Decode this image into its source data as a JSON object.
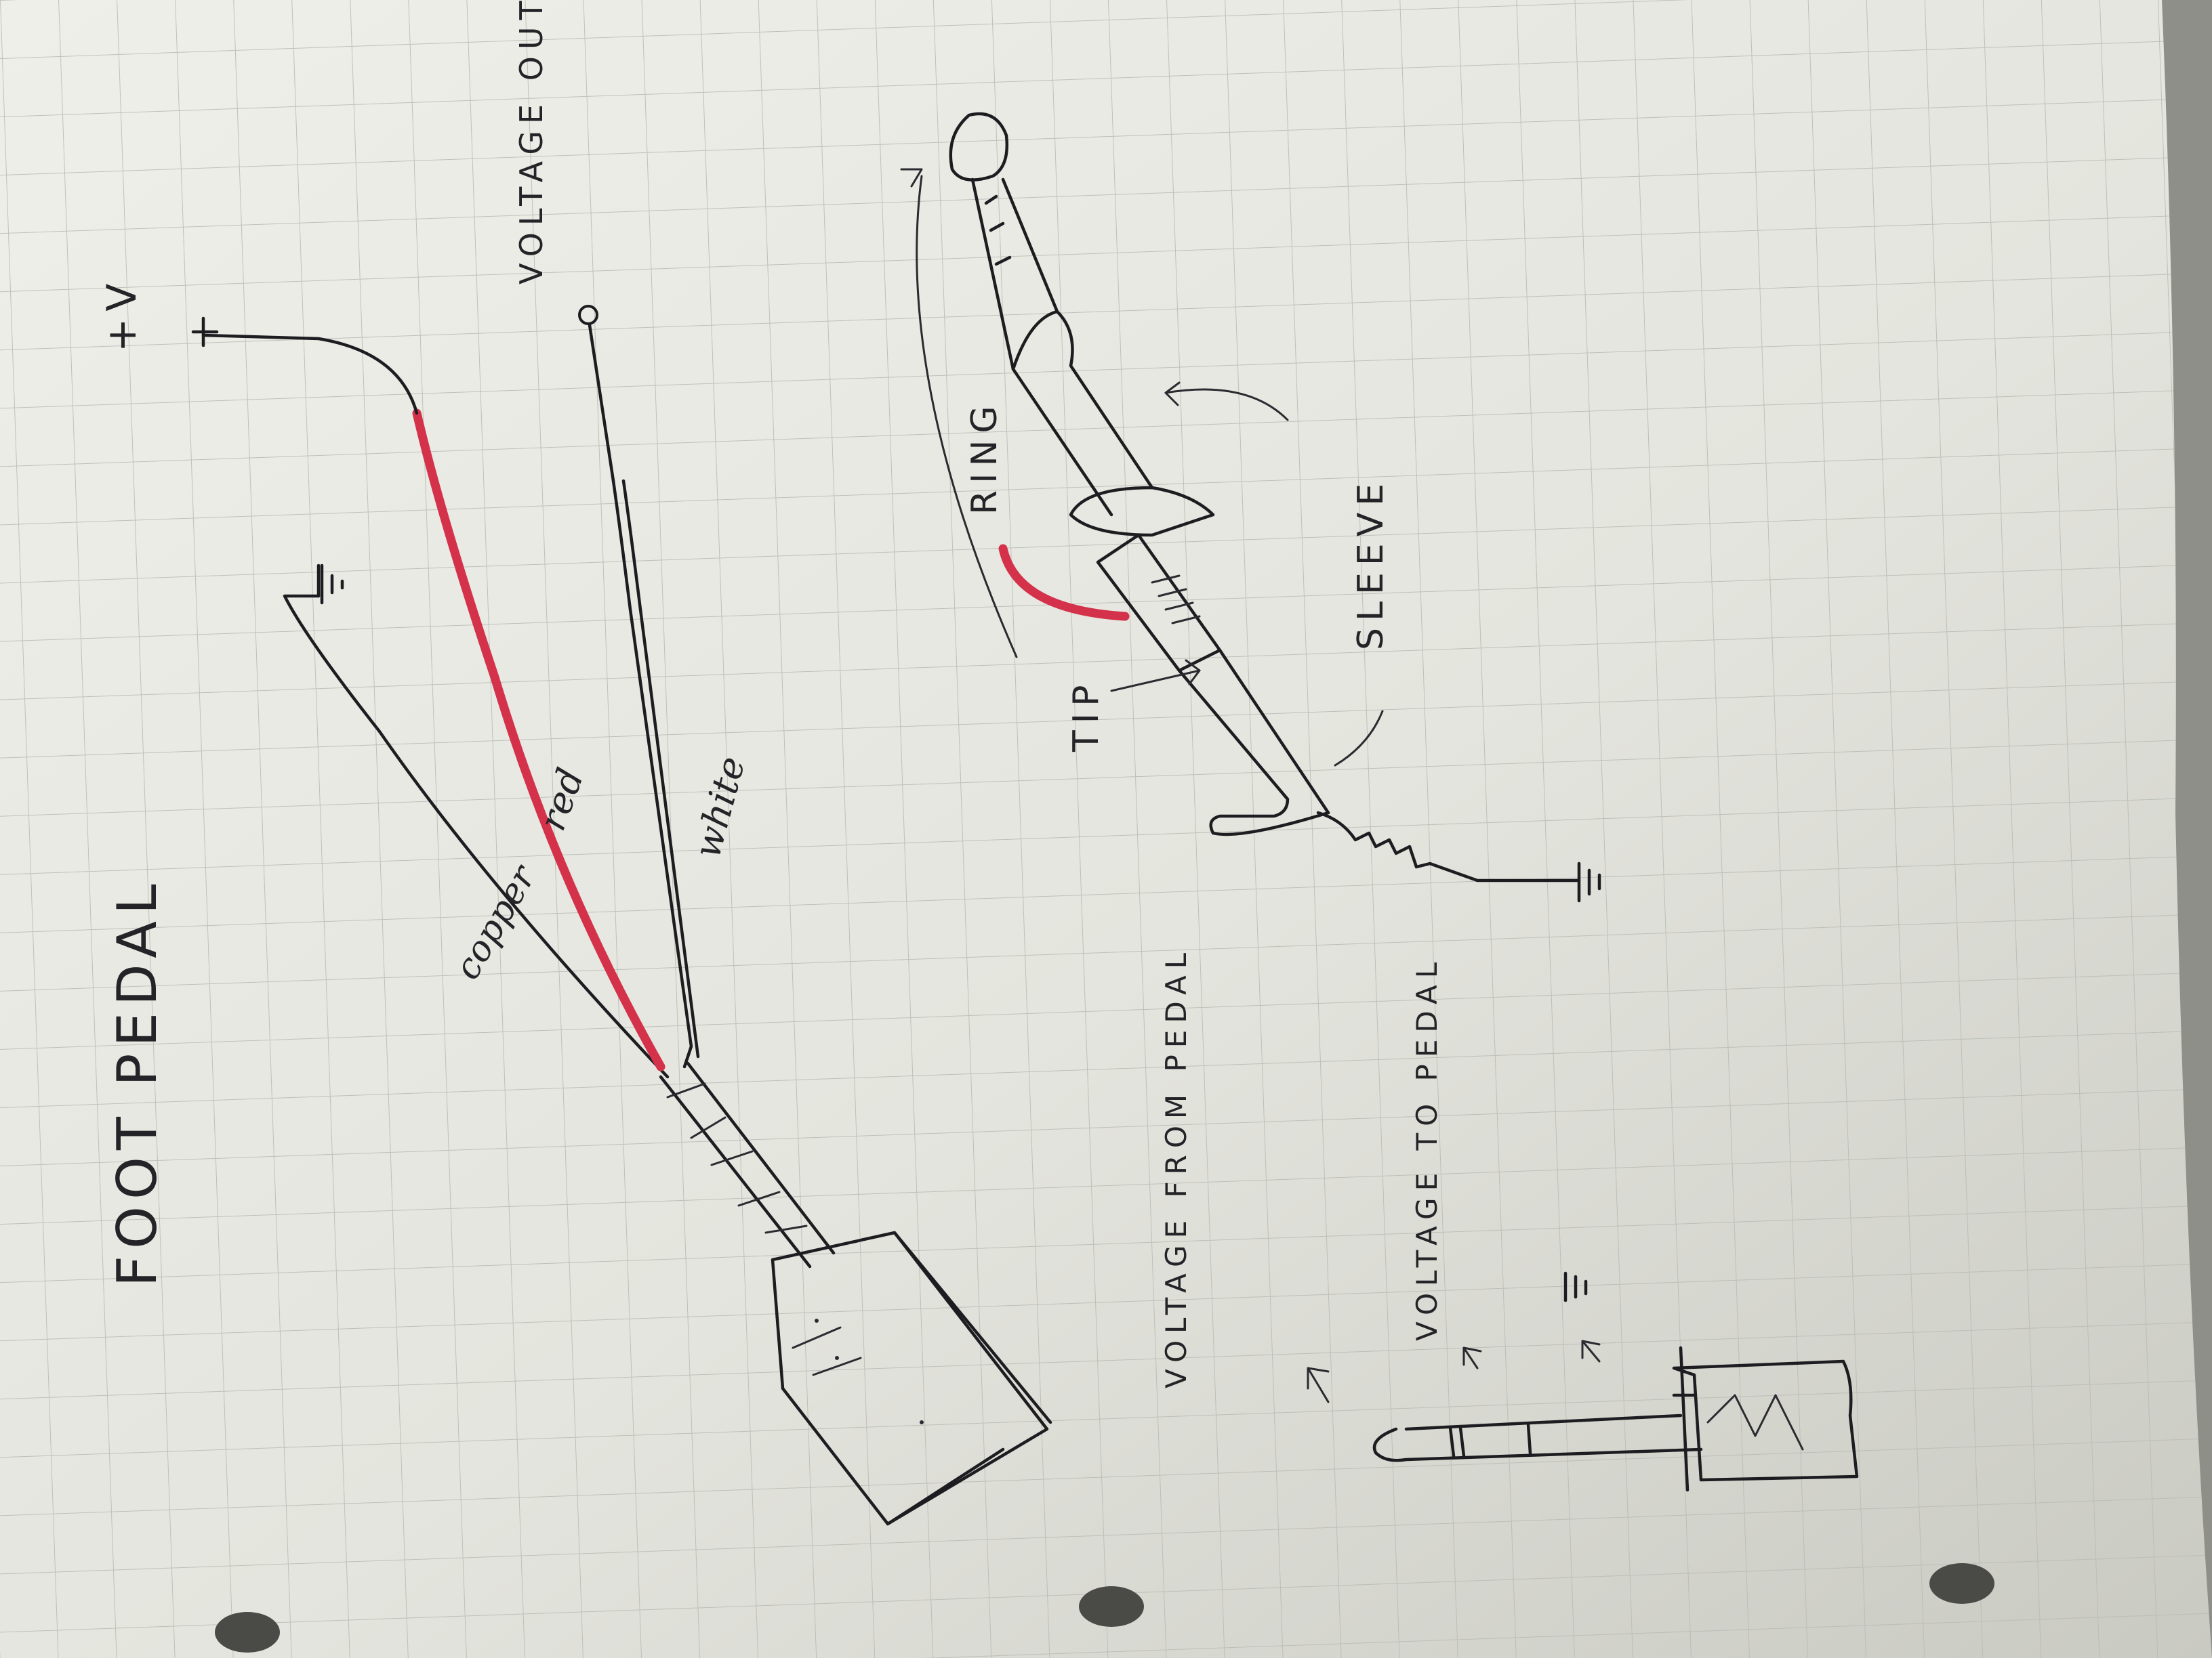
{
  "sketch": {
    "title": "FOOT PEDAL",
    "wire_labels": {
      "copper": "copper",
      "red": "red",
      "white": "white",
      "power": "+V",
      "output": "VOLTAGE OUT"
    },
    "plug_labels": {
      "ring": "RING",
      "tip": "TIP",
      "sleeve": "SLEEVE"
    },
    "jack_labels": {
      "from_pedal": "VOLTAGE FROM PEDAL",
      "to_pedal": "VOLTAGE TO PEDAL"
    }
  }
}
